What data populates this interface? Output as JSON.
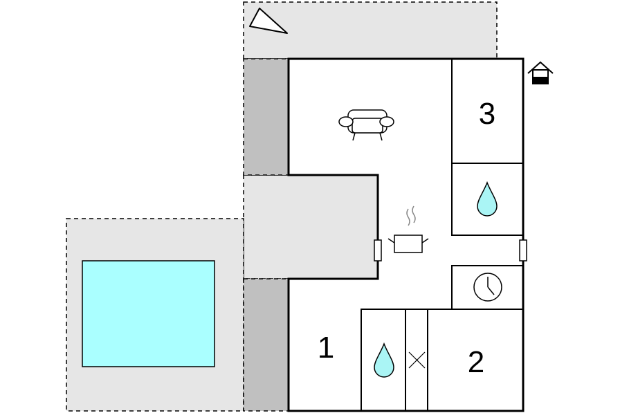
{
  "rooms": {
    "bedroom_1": "1",
    "bedroom_2": "2",
    "bedroom_3": "3"
  },
  "icons": {
    "north": "north-arrow-icon",
    "house": "house-icon",
    "sofa": "sofa-icon",
    "kitchen": "cooking-pot-icon",
    "bathroom": "water-drop-icon",
    "clock": "clock-icon",
    "wc": "cross-icon"
  },
  "colors": {
    "terrace": "#e6e6e6",
    "covered_area": "#c0c0c0",
    "pool": "#aaffff",
    "water_drop": "#aaf5f5",
    "wall": "#000000"
  }
}
